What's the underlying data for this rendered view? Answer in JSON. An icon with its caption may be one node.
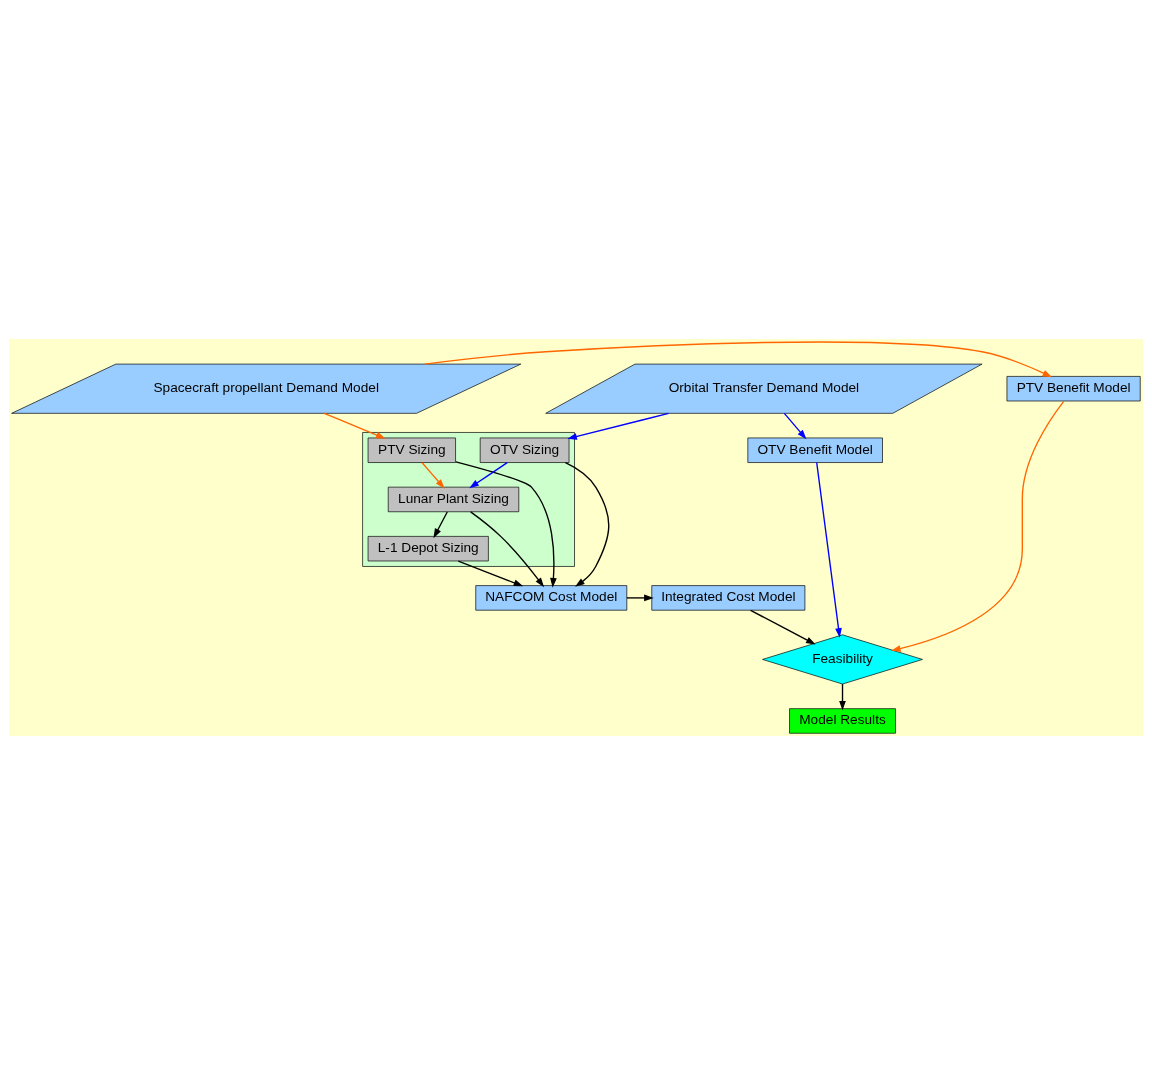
{
  "diagram": {
    "nodes": [
      {
        "text": [
          "Spacecraft propellant Demand Model"
        ]
      },
      {
        "text": [
          "PTV Benefit Model"
        ]
      },
      {
        "text": [
          "Orbital Transfer Demand Model"
        ]
      },
      {
        "text": [
          "OTV Benefit Model"
        ]
      },
      {
        "text": [],
        "shape": "box"
      },
      {
        "text": [
          "PTV Sizing"
        ],
        "in": 4
      },
      {
        "text": [
          "OTV Sizing"
        ],
        "in": 4
      },
      {
        "text": [
          "Lunar Plant Sizing"
        ],
        "in": 4
      },
      {
        "text": [
          "L-1 Depot Sizing"
        ],
        "in": 4
      },
      {
        "text": [
          "Feasibility"
        ]
      },
      {
        "text": [
          "Model Results"
        ]
      },
      {
        "text": [
          "NAFCOM Cost Model"
        ]
      },
      {
        "text": [
          "Integrated Cost Model"
        ]
      }
    ],
    "edges": [
      {
        "from": 0,
        "to": 1,
        "arrow": "to",
        "color": "#ff6600"
      },
      {
        "from": 0,
        "to": 5,
        "arrow": "to",
        "color": "#ff6600"
      },
      {
        "from": 2,
        "to": 3,
        "arrow": "to",
        "color": "#0000ff"
      },
      {
        "from": 2,
        "to": 6,
        "arrow": "to",
        "color": "#0000ff"
      },
      {
        "from": 1,
        "to": 9,
        "arrow": "to",
        "color": "#ff6600"
      },
      {
        "from": 3,
        "to": 9,
        "arrow": "to",
        "color": "#0000ff"
      },
      {
        "from": 5,
        "to": 7,
        "arrow": "to",
        "color": "#ff6600"
      },
      {
        "from": 6,
        "to": 7,
        "arrow": "to",
        "color": "#0000ff"
      },
      {
        "from": 7,
        "to": 8,
        "arrow": "to"
      },
      {
        "from": 5,
        "to": 11,
        "arrow": "to"
      },
      {
        "from": 6,
        "to": 11,
        "arrow": "to"
      },
      {
        "from": 7,
        "to": 11,
        "arrow": "to"
      },
      {
        "from": 8,
        "to": 11,
        "arrow": "to"
      },
      {
        "from": 11,
        "to": 12,
        "arrow": "to"
      },
      {
        "from": 12,
        "to": 9,
        "arrow": "to"
      },
      {
        "from": 9,
        "to": 10,
        "arrow": "to"
      }
    ]
  }
}
